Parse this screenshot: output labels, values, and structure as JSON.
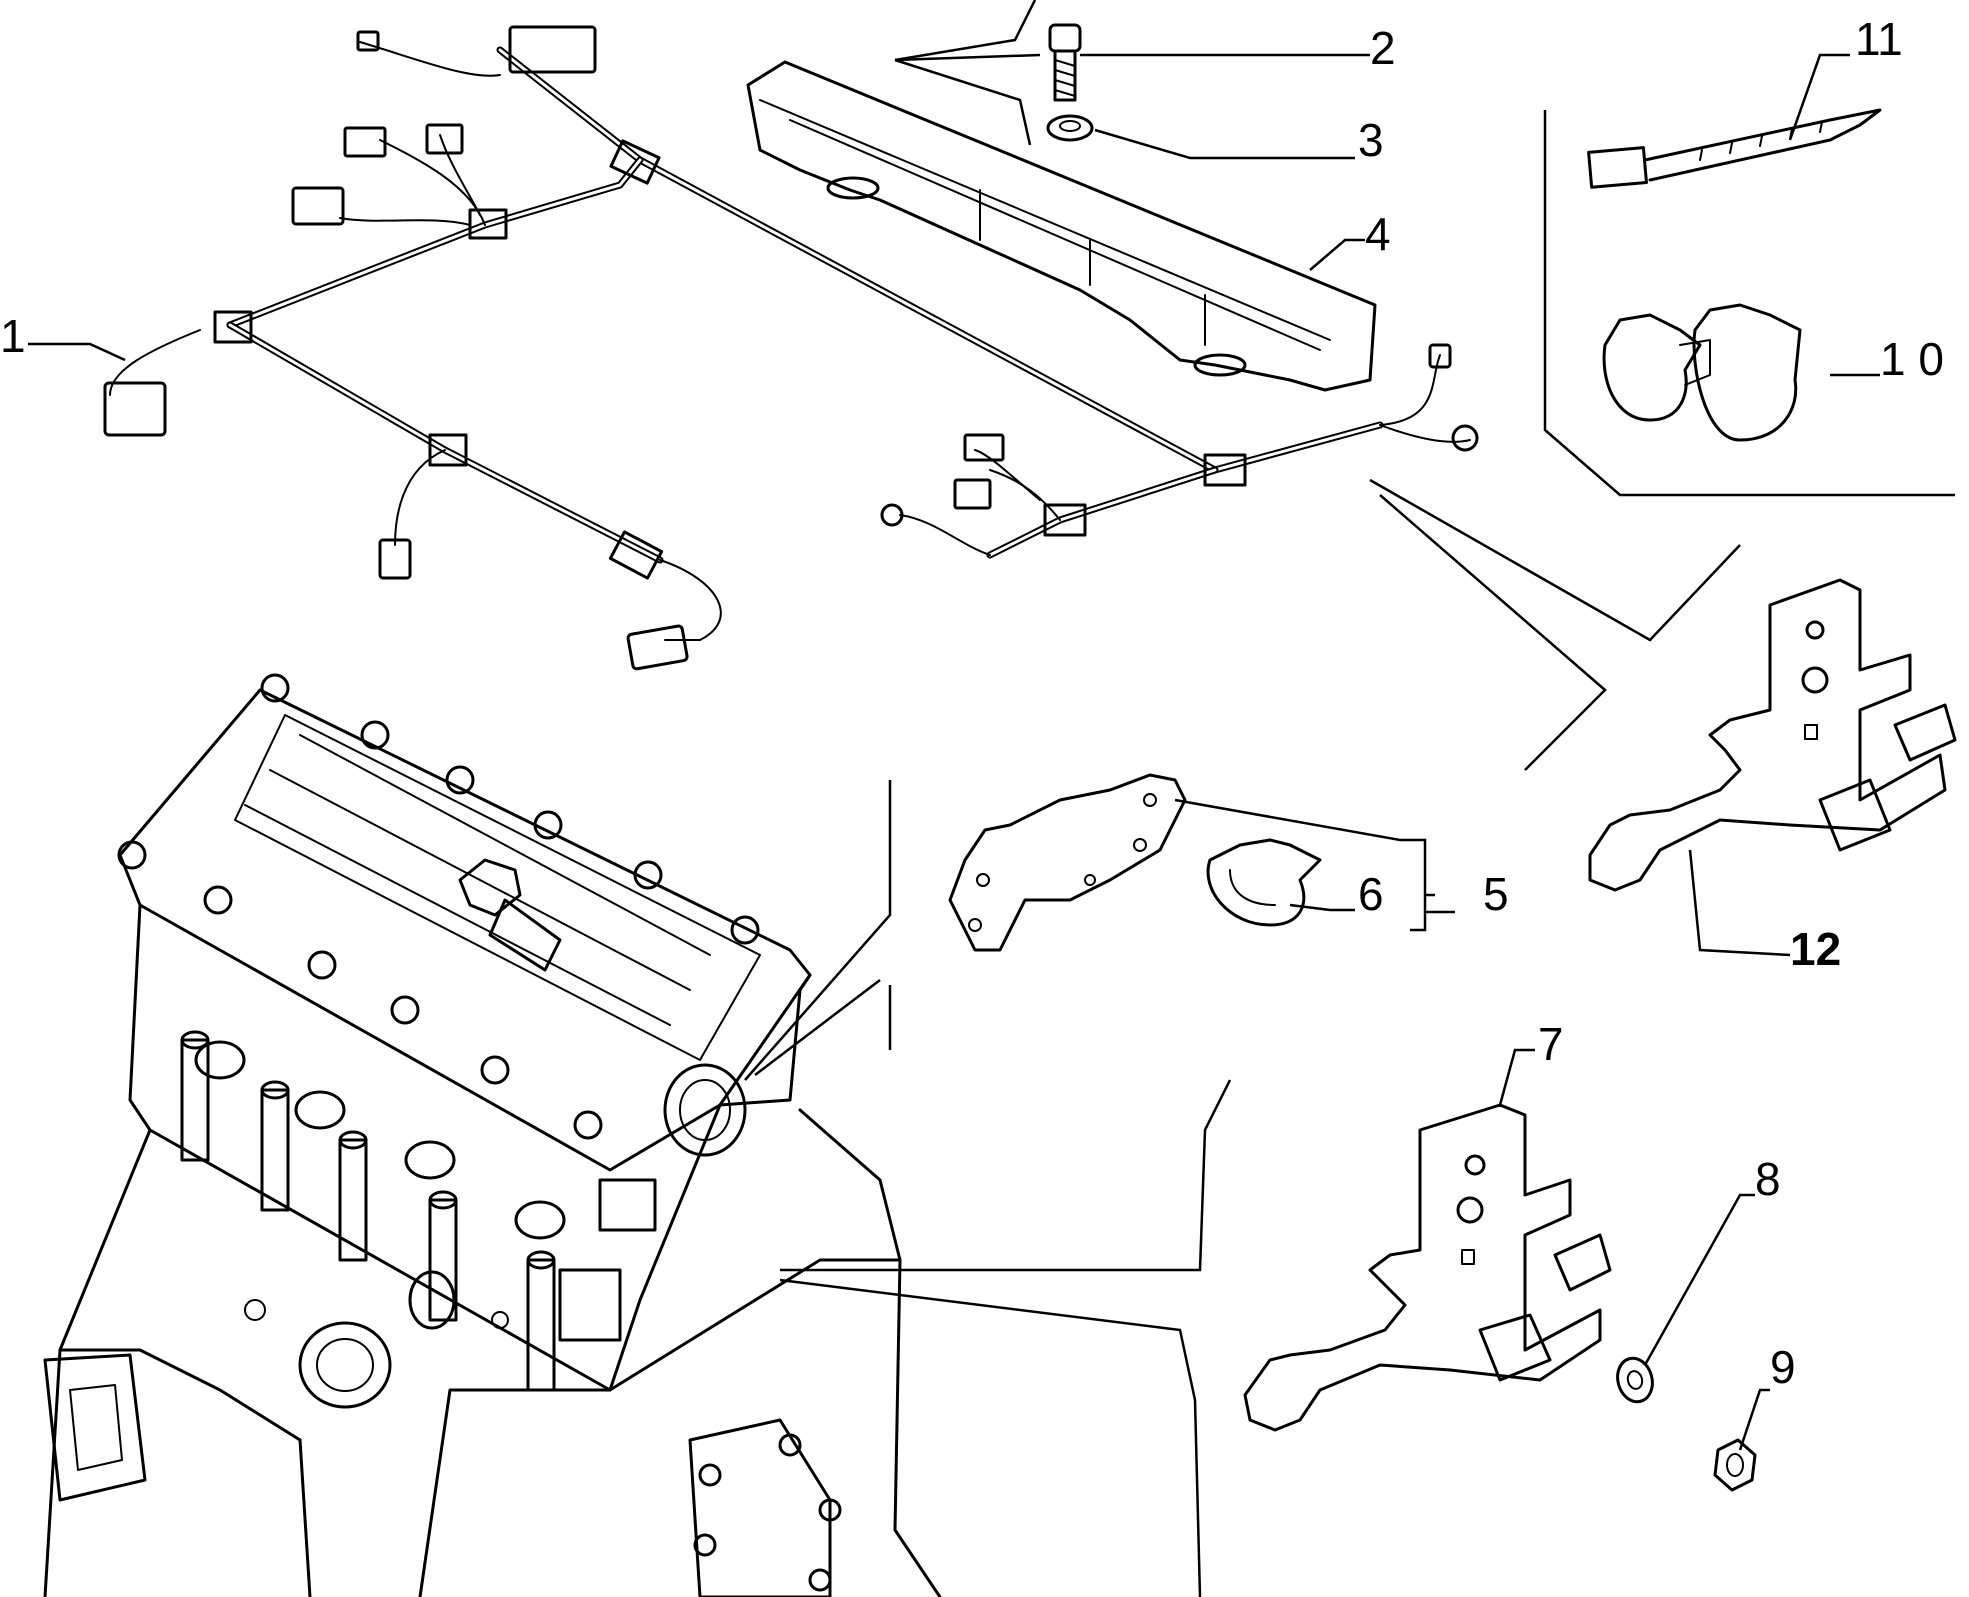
{
  "callouts": [
    {
      "id": "1",
      "label": "1"
    },
    {
      "id": "2",
      "label": "2"
    },
    {
      "id": "3",
      "label": "3"
    },
    {
      "id": "4",
      "label": "4"
    },
    {
      "id": "5",
      "label": "5"
    },
    {
      "id": "6",
      "label": "6"
    },
    {
      "id": "7",
      "label": "7"
    },
    {
      "id": "8",
      "label": "8"
    },
    {
      "id": "9",
      "label": "9"
    },
    {
      "id": "10",
      "label": "1 0"
    },
    {
      "id": "11",
      "label": "11"
    },
    {
      "id": "12",
      "label": "12"
    }
  ]
}
